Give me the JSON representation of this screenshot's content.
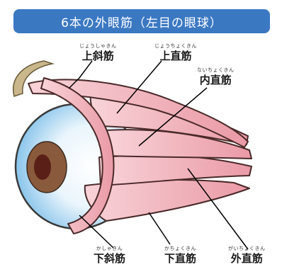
{
  "title": "6本の外眼筋（左目の眼球）",
  "labels": {
    "superior_oblique": {
      "name": "上斜筋",
      "reading": "じょうしゃきん"
    },
    "superior_rectus": {
      "name": "上直筋",
      "reading": "じょうちょくきん"
    },
    "medial_rectus": {
      "name": "内直筋",
      "reading": "ないちょくきん"
    },
    "inferior_oblique": {
      "name": "下斜筋",
      "reading": "かしゃきん"
    },
    "inferior_rectus": {
      "name": "下直筋",
      "reading": "かちょくきん"
    },
    "lateral_rectus": {
      "name": "外直筋",
      "reading": "がいちょくきん"
    }
  },
  "colors": {
    "title_bg": "#3b78c2",
    "muscle_fill": "#f2b3bc",
    "muscle_stroke": "#4a2a2a",
    "sclera_blue": "#8ec7ec",
    "iris": "#8a5a3c",
    "pupil": "#5a1f16",
    "trochlea": "#c9b68a"
  }
}
